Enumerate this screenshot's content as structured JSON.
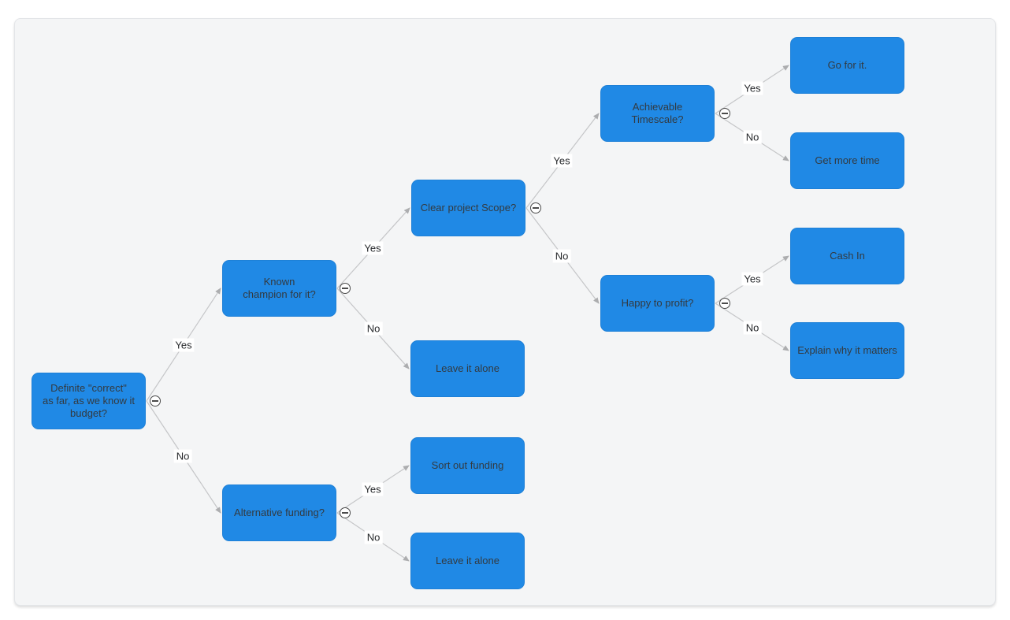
{
  "colors": {
    "node_fill": "#2089e5",
    "node_text": "#333a40",
    "edge_line": "#c5c6c8",
    "arrowhead": "#acadaf",
    "edge_label_text": "#26282b",
    "edge_label_bg": "#ffffff",
    "panel_bg": "#f4f5f6",
    "panel_border": "#e3e5e8",
    "page_bg": "#ffffff"
  },
  "icons": {
    "collapse": "minus-circle-icon"
  },
  "diagram": {
    "nodes": {
      "root": {
        "label": "Definite \"correct\"\nas far, as we know it\nbudget?"
      },
      "known_champion": {
        "label": "Known\nchampion for it?"
      },
      "clear_scope": {
        "label": "Clear project Scope?"
      },
      "achievable_timescale": {
        "label": "Achievable Timescale?"
      },
      "go_for_it": {
        "label": "Go for it."
      },
      "get_more_time": {
        "label": "Get more time"
      },
      "happy_to_profit": {
        "label": "Happy to profit?"
      },
      "cash_in": {
        "label": "Cash In"
      },
      "explain_why": {
        "label": "Explain why it matters"
      },
      "leave_it_alone_top": {
        "label": "Leave it alone"
      },
      "alternative_funding": {
        "label": "Alternative funding?"
      },
      "sort_out_funding": {
        "label": "Sort out funding"
      },
      "leave_it_alone_bottom": {
        "label": "Leave it alone"
      }
    },
    "edge_labels": {
      "root_yes": "Yes",
      "root_no": "No",
      "known_yes": "Yes",
      "known_no": "No",
      "clear_yes": "Yes",
      "clear_no": "No",
      "achievable_yes": "Yes",
      "achievable_no": "No",
      "happy_yes": "Yes",
      "happy_no": "No",
      "alternative_yes": "Yes",
      "alternative_no": "No"
    }
  }
}
